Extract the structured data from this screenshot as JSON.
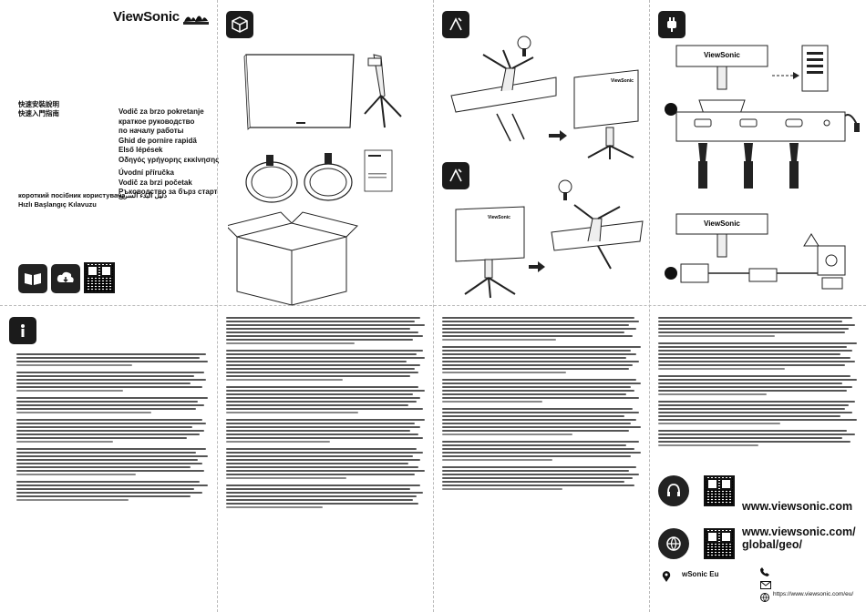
{
  "brand": {
    "name": "ViewSonic"
  },
  "guide_titles": {
    "left_column": [
      "快速安裝說明",
      "快速入門指南"
    ],
    "center_column": [
      "Vodič za brzo pokretanje",
      "краткое руководство",
      "по началу работы",
      "Ghid de pornire rapidă",
      "Első lépések",
      "Οδηγός γρήγορης εκκίνησης",
      "Úvodní příručka",
      "Vodič za brzi početak",
      "Ръководство за бърз старт"
    ],
    "bottom_rows": [
      "короткий посібник користувача",
      "Hızlı Başlangıç Kılavuzu",
      "دليل البدء السريع"
    ]
  },
  "links": {
    "main_site": "www.viewsonic.com",
    "global_site_line1": "www.viewsonic.com/",
    "global_site_line2": "global/geo/",
    "social_label": "wSonic Eu",
    "europe_url": "https://www.viewsonic.com/eu/"
  },
  "colors": {
    "badge": "#1b1b1b",
    "text": "#111111",
    "fold": "#bbbbbb"
  },
  "icons": {
    "section1": "box-icon",
    "section2": "stand-assembly-icon",
    "section3": "stand-assembly-icon",
    "section4": "power-plug-icon",
    "info": "info-icon"
  }
}
